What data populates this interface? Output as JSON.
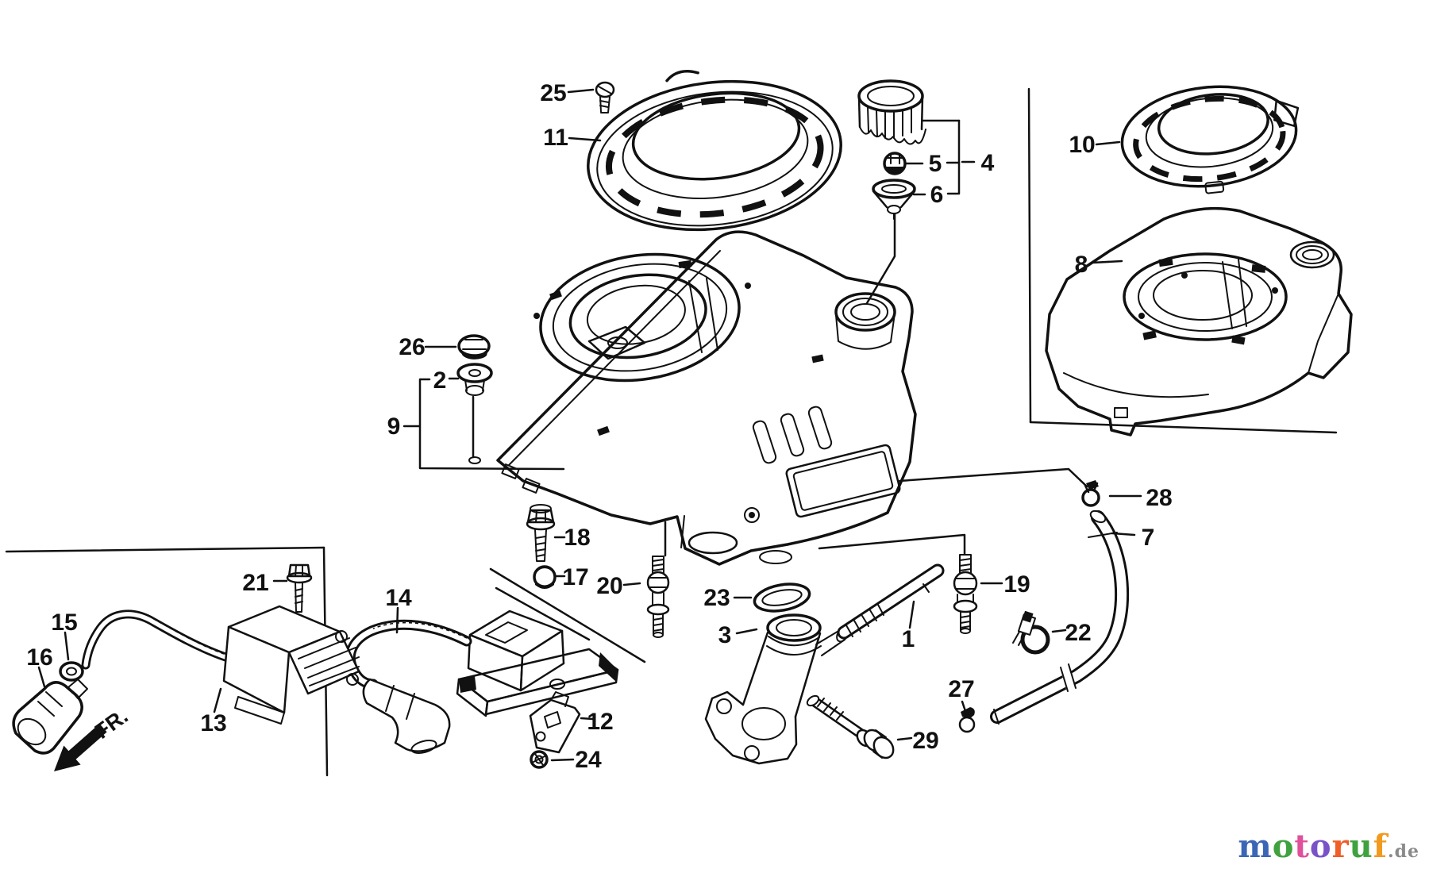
{
  "diagram": {
    "fr_label": "FR."
  },
  "part_labels": {
    "p1": "1",
    "p2": "2",
    "p3": "3",
    "p4": "4",
    "p5": "5",
    "p6": "6",
    "p7": "7",
    "p8": "8",
    "p9": "9",
    "p10": "10",
    "p11": "11",
    "p12": "12",
    "p13": "13",
    "p14": "14",
    "p15": "15",
    "p16": "16",
    "p17": "17",
    "p18": "18",
    "p19": "19",
    "p20": "20",
    "p21": "21",
    "p22": "22",
    "p23": "23",
    "p24": "24",
    "p25": "25",
    "p26": "26",
    "p27": "27",
    "p28": "28",
    "p29": "29"
  },
  "watermark": {
    "letters": [
      "m",
      "o",
      "t",
      "o",
      "r",
      "u",
      "f"
    ],
    "letter_colors": [
      "#3b66b5",
      "#3fa23f",
      "#e0509b",
      "#7a52c8",
      "#ef5d28",
      "#3fa23f",
      "#f29a1f"
    ],
    "suffix": ".de",
    "suffix_color": "#8a8a8a"
  }
}
